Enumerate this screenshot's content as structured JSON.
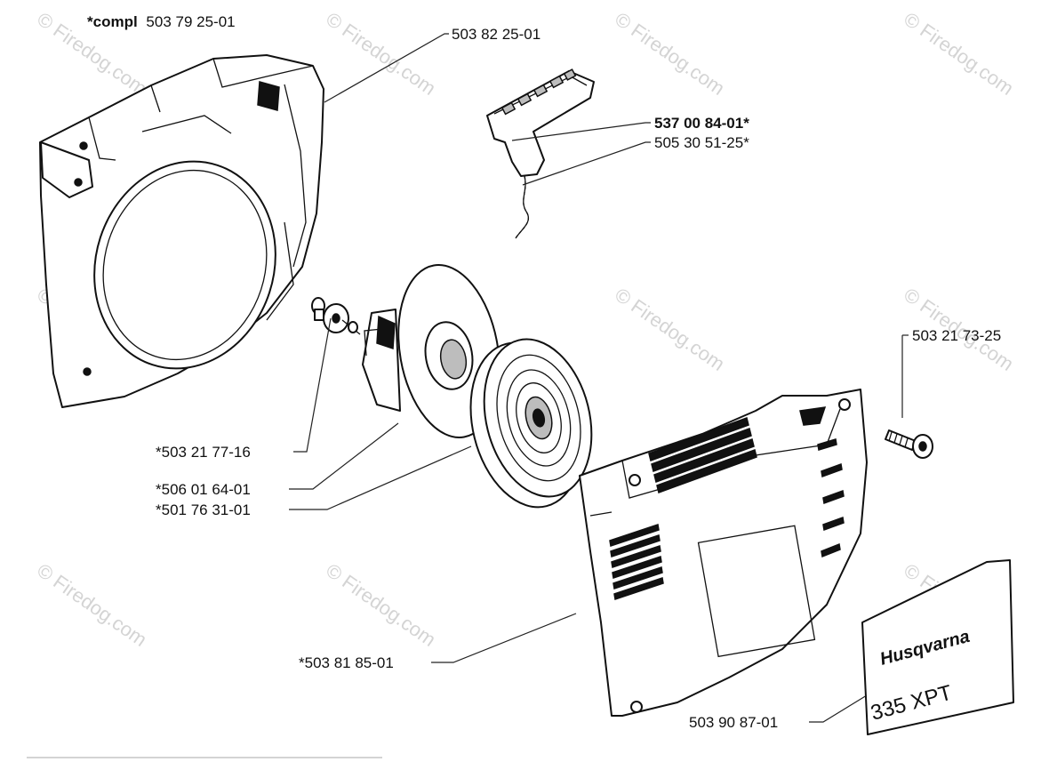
{
  "parts": {
    "compl_prefix": "*compl",
    "compl_number": "503 79 25-01",
    "fan_housing": "503 82 25-01",
    "handle": "537 00 84-01*",
    "cord": "505 30 51-25*",
    "center_screw": "*503 21 77-16",
    "pulley": "*506 01 64-01",
    "spring_cassette": "*501 76 31-01",
    "starter_cover": "*503 81 85-01",
    "cover_screw": "503 21 73-25",
    "decal": "503 90 87-01"
  },
  "decal": {
    "brand": "Husqvarna",
    "model": "335 XPT"
  },
  "watermark": "© Firedog.com"
}
